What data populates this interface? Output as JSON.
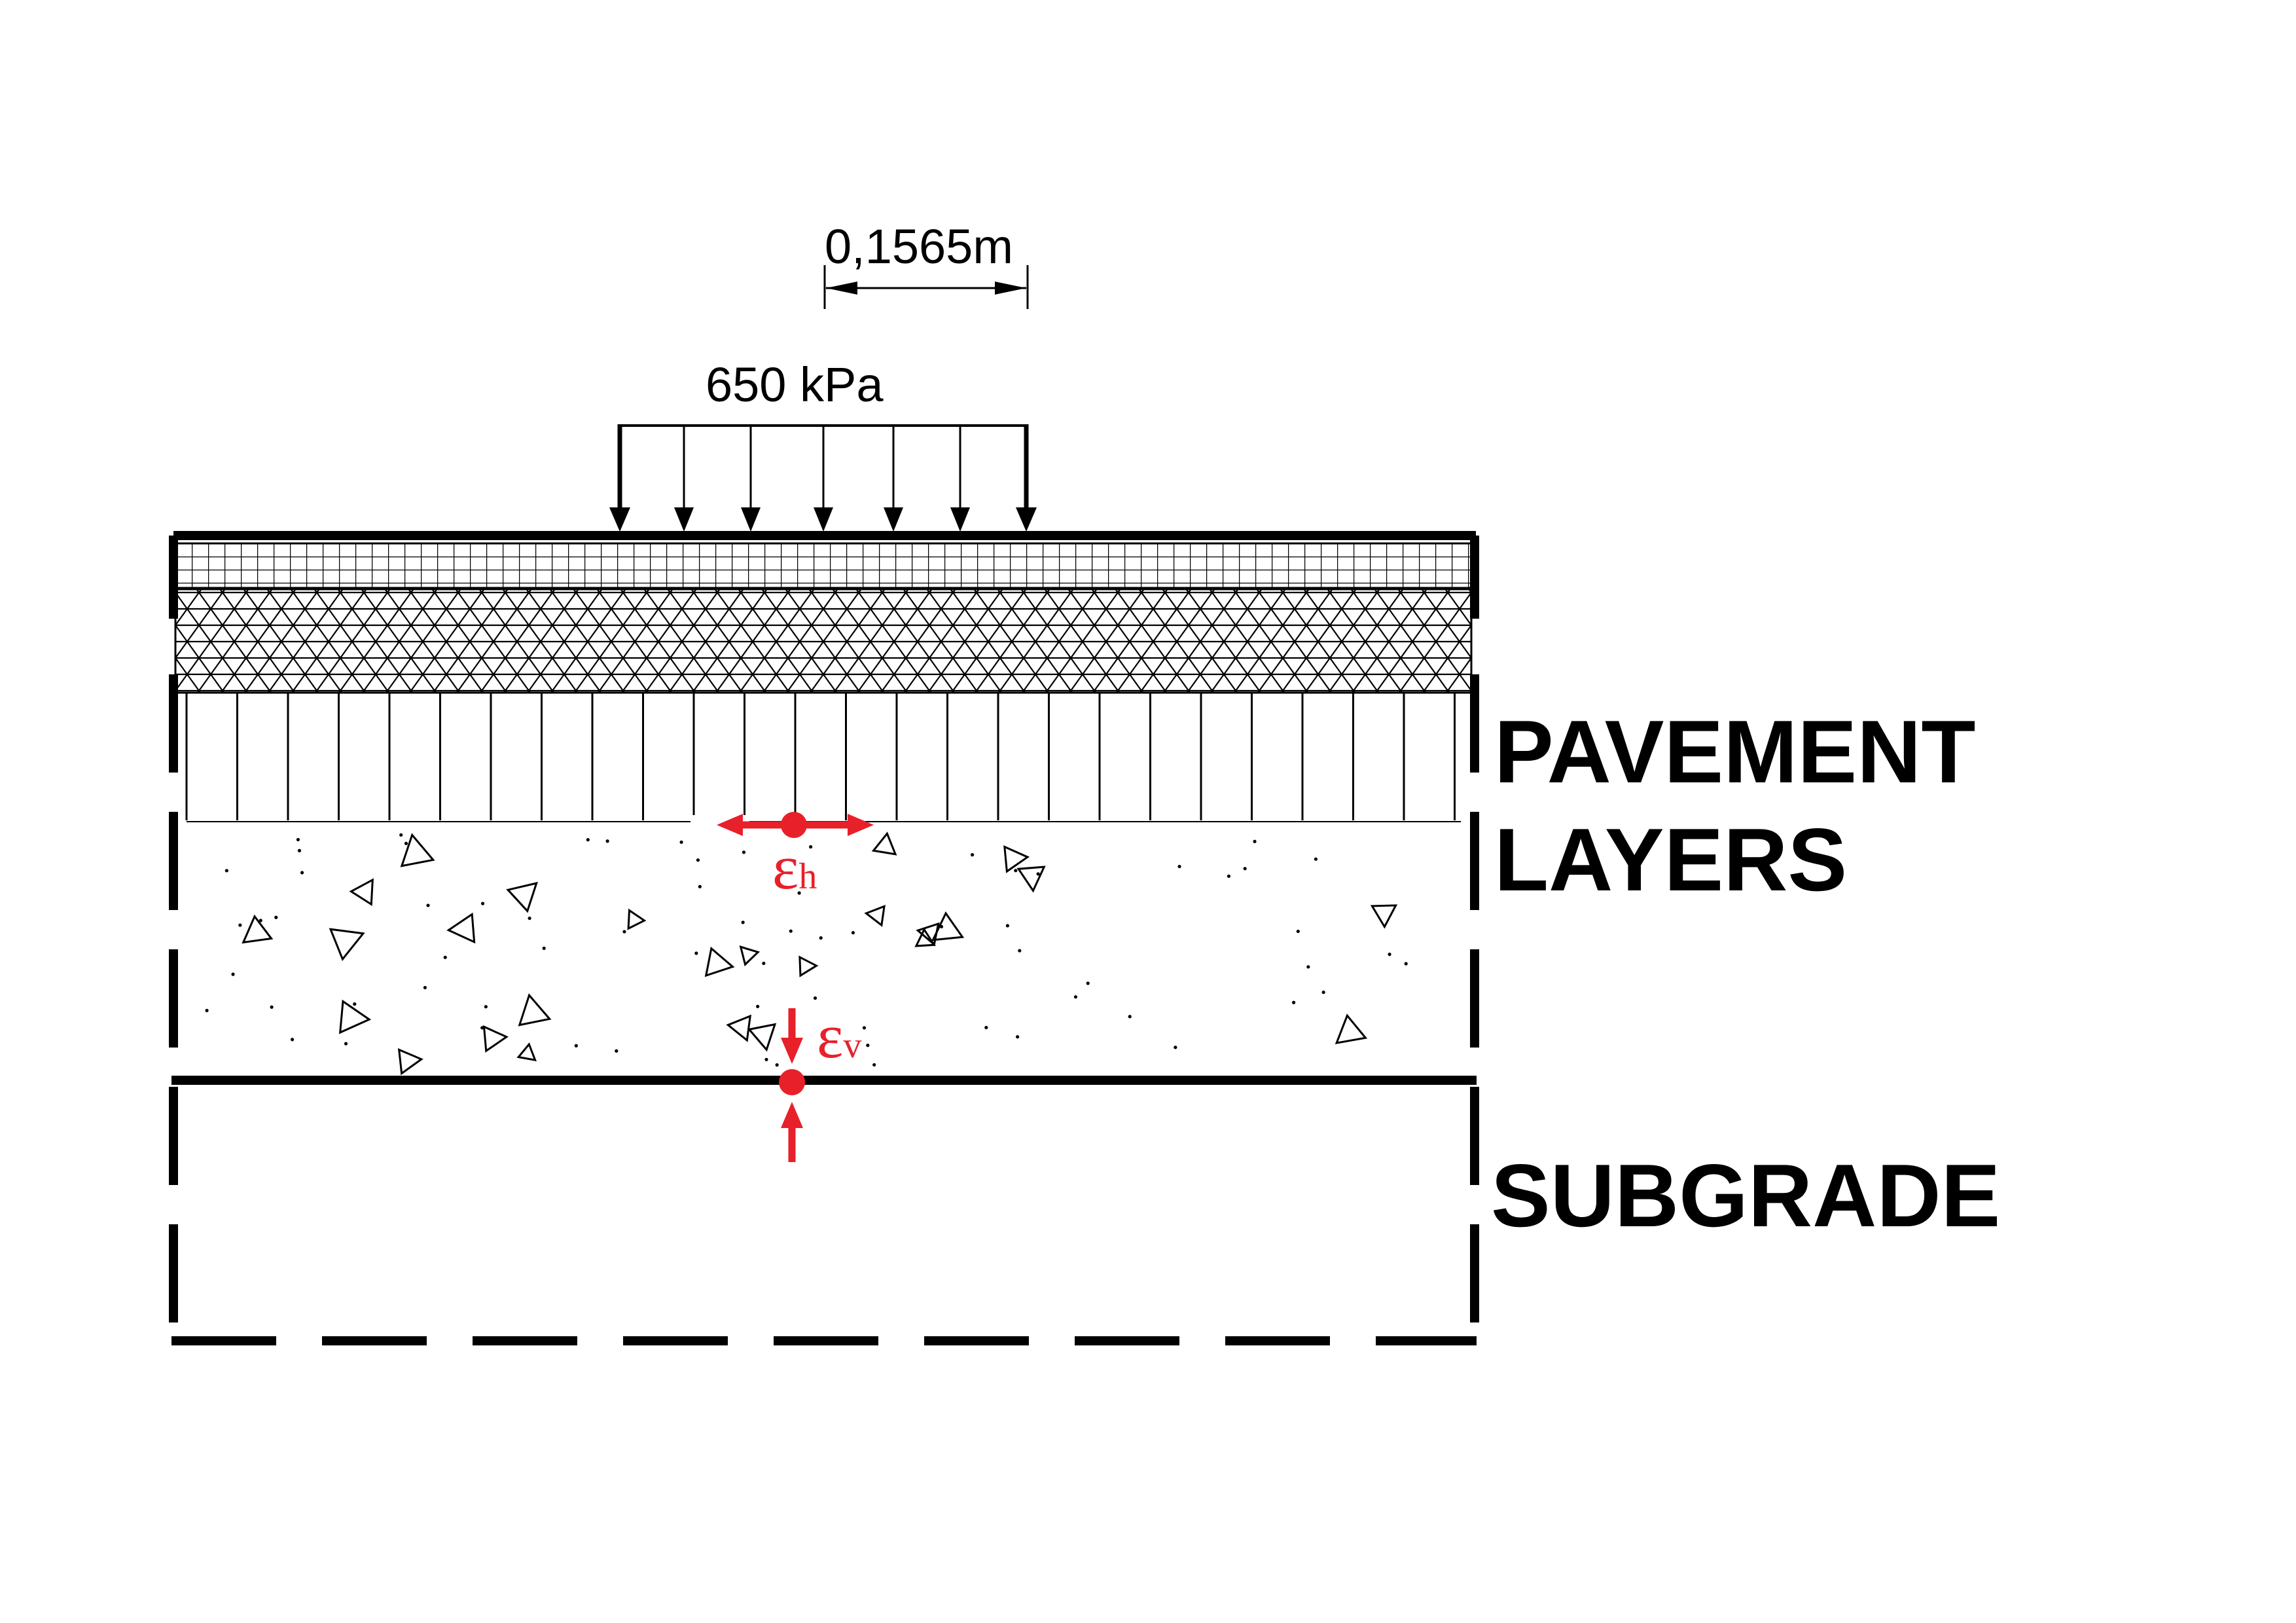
{
  "dimension": {
    "text": "0,1565m"
  },
  "load": {
    "text": "650 kPa"
  },
  "labels": {
    "pavement_line1": "PAVEMENT",
    "pavement_line2": "LAYERS",
    "subgrade": "SUBGRADE"
  },
  "strains": {
    "horizontal": {
      "symbol": "ε",
      "subscript": "h"
    },
    "vertical": {
      "symbol": "ε",
      "subscript": "v"
    }
  },
  "colors": {
    "line": "#000000",
    "strain": "#e8202a",
    "background": "#ffffff"
  }
}
